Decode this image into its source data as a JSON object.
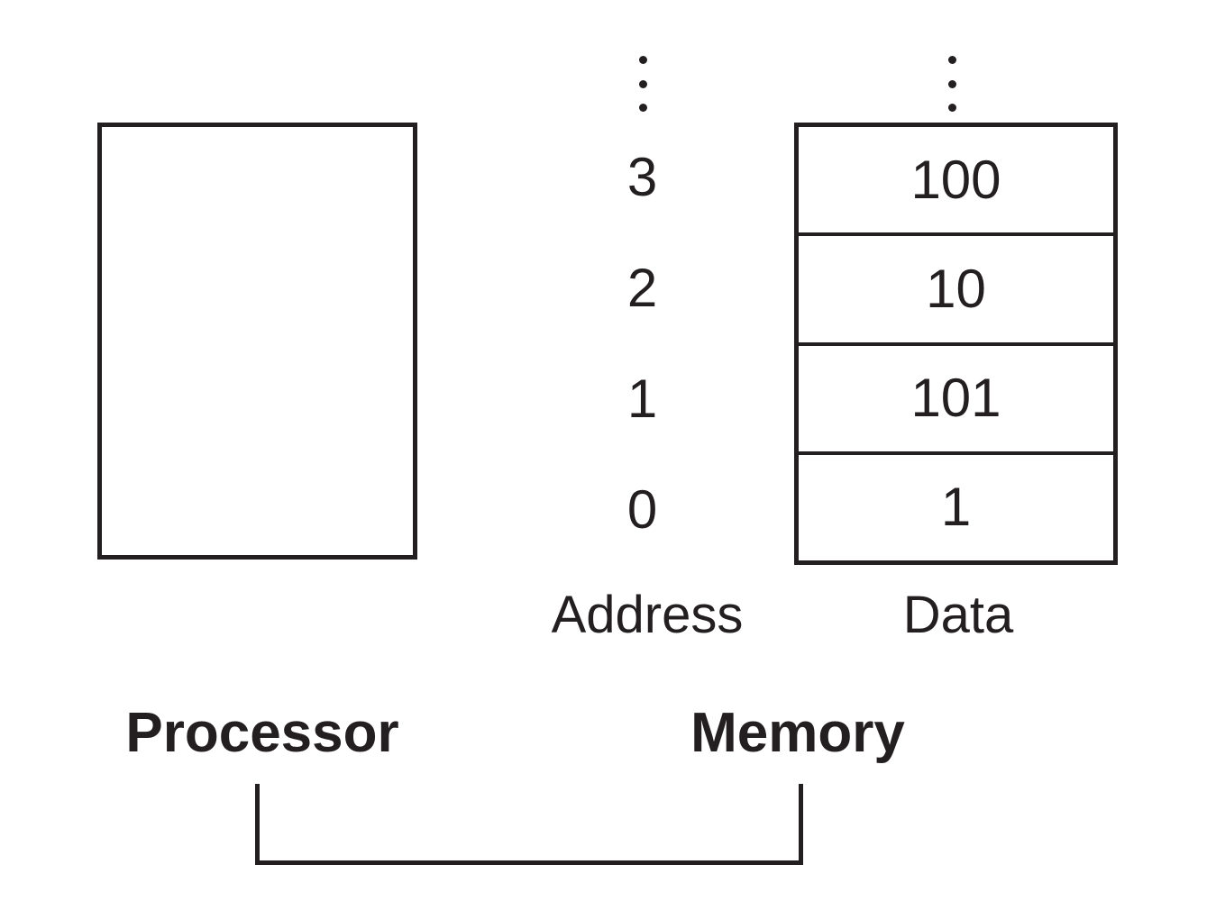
{
  "figure": {
    "colors": {
      "line": "#231f20",
      "text": "#231f20",
      "background": "#ffffff"
    },
    "processor": {
      "label": "Processor"
    },
    "memory": {
      "label": "Memory",
      "address_column_label": "Address",
      "data_column_label": "Data",
      "rows": [
        {
          "address": "3",
          "data": "100"
        },
        {
          "address": "2",
          "data": "10"
        },
        {
          "address": "1",
          "data": "101"
        },
        {
          "address": "0",
          "data": "1"
        }
      ]
    },
    "icons": {
      "address_ellipsis": "vertical-ellipsis",
      "data_ellipsis": "vertical-ellipsis"
    }
  }
}
